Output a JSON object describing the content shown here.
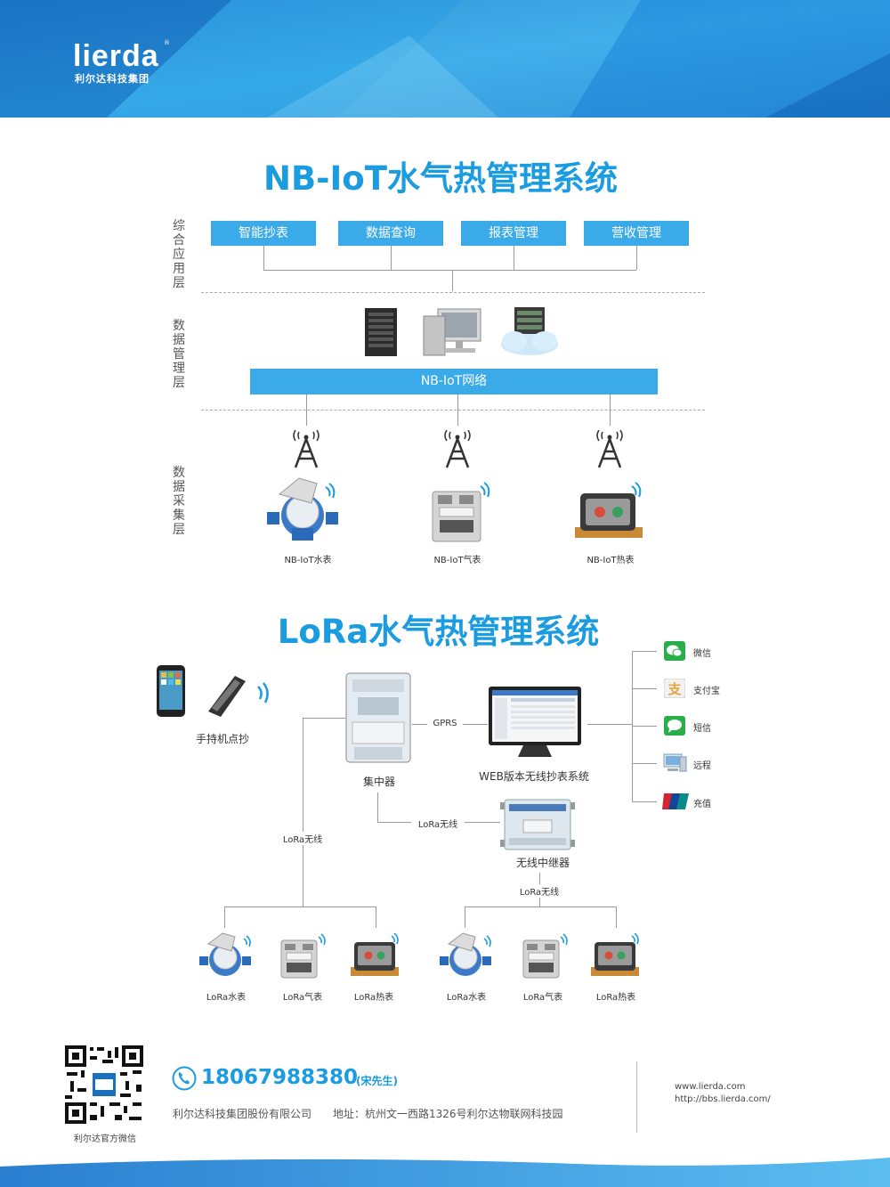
{
  "brand": {
    "logo": "lierda",
    "sub": "利尔达科技集团",
    "reg": "®"
  },
  "nb": {
    "title": "NB-IoT水气热管理系统",
    "layers": {
      "app": [
        "综",
        "合",
        "应",
        "用",
        "层"
      ],
      "data": [
        "数",
        "据",
        "管",
        "理",
        "层"
      ],
      "collect": [
        "数",
        "据",
        "采",
        "集",
        "层"
      ]
    },
    "apps": [
      "智能抄表",
      "数据查询",
      "报表管理",
      "营收管理"
    ],
    "network": "NB-IoT网络",
    "devices": [
      "NB-IoT水表",
      "NB-IoT气表",
      "NB-IoT热表"
    ]
  },
  "lora": {
    "title": "LoRa水气热管理系统",
    "handheld": "手持机点抄",
    "concentrator": "集中器",
    "gprs": "GPRS",
    "web_system": "WEB版本无线抄表系统",
    "repeater": "无线中继器",
    "lora_wireless_1": "LoRa无线",
    "lora_wireless_2": "LoRa无线",
    "lora_wireless_3": "LoRa无线",
    "payments": [
      {
        "label": "微信",
        "icon": "wechat-icon",
        "color": "#2aae4a"
      },
      {
        "label": "支付宝",
        "icon": "alipay-icon",
        "color": "#e8a33c"
      },
      {
        "label": "短信",
        "icon": "sms-icon",
        "color": "#2aae4a"
      },
      {
        "label": "远程",
        "icon": "remote-computer-icon",
        "color": "#7a9bb8"
      },
      {
        "label": "充值",
        "icon": "unionpay-icon",
        "color": "#d4232f"
      }
    ],
    "meters_left": [
      "LoRa水表",
      "LoRa气表",
      "LoRa热表"
    ],
    "meters_right": [
      "LoRa水表",
      "LoRa气表",
      "LoRa热表"
    ]
  },
  "footer": {
    "qr_caption": "利尔达官方微信",
    "phone": "18067988380",
    "contact": "(宋先生)",
    "company": "利尔达科技集团股份有限公司",
    "address": "地址：杭州文一西路1326号利尔达物联网科技园",
    "web1": "www.lierda.com",
    "web2": "http://bbs.lierda.com/"
  },
  "colors": {
    "accent": "#1b9be0",
    "button": "#3aabe8"
  }
}
